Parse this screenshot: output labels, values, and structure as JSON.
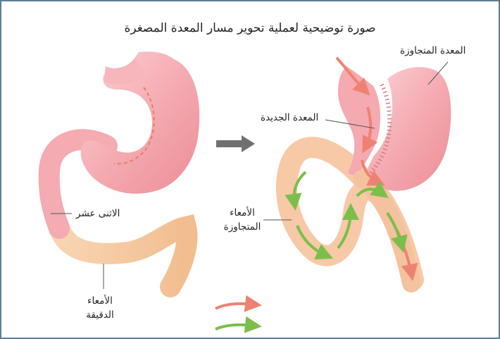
{
  "title": "صورة توضيحية لعملية تحوير مسار المعدة المصغرة",
  "labels": {
    "bypassed_stomach": "المعدة المتجاوزة",
    "new_stomach": "المعدة الجديدة",
    "duodenum": "الاثنى عشر",
    "bypassed_intestine_line1": "الأمعاء",
    "bypassed_intestine_line2": "المتجاوزة",
    "small_intestine_line1": "الأمعاء",
    "small_intestine_line2": "الدقيقة"
  },
  "colors": {
    "frame": "#5d7f96",
    "stomach": "#f2a2aa",
    "intestine": "#f6c9a0",
    "food_path": "#ee8272",
    "digestive_juice_path": "#7cbe4a",
    "transition_arrow": "#707070"
  }
}
